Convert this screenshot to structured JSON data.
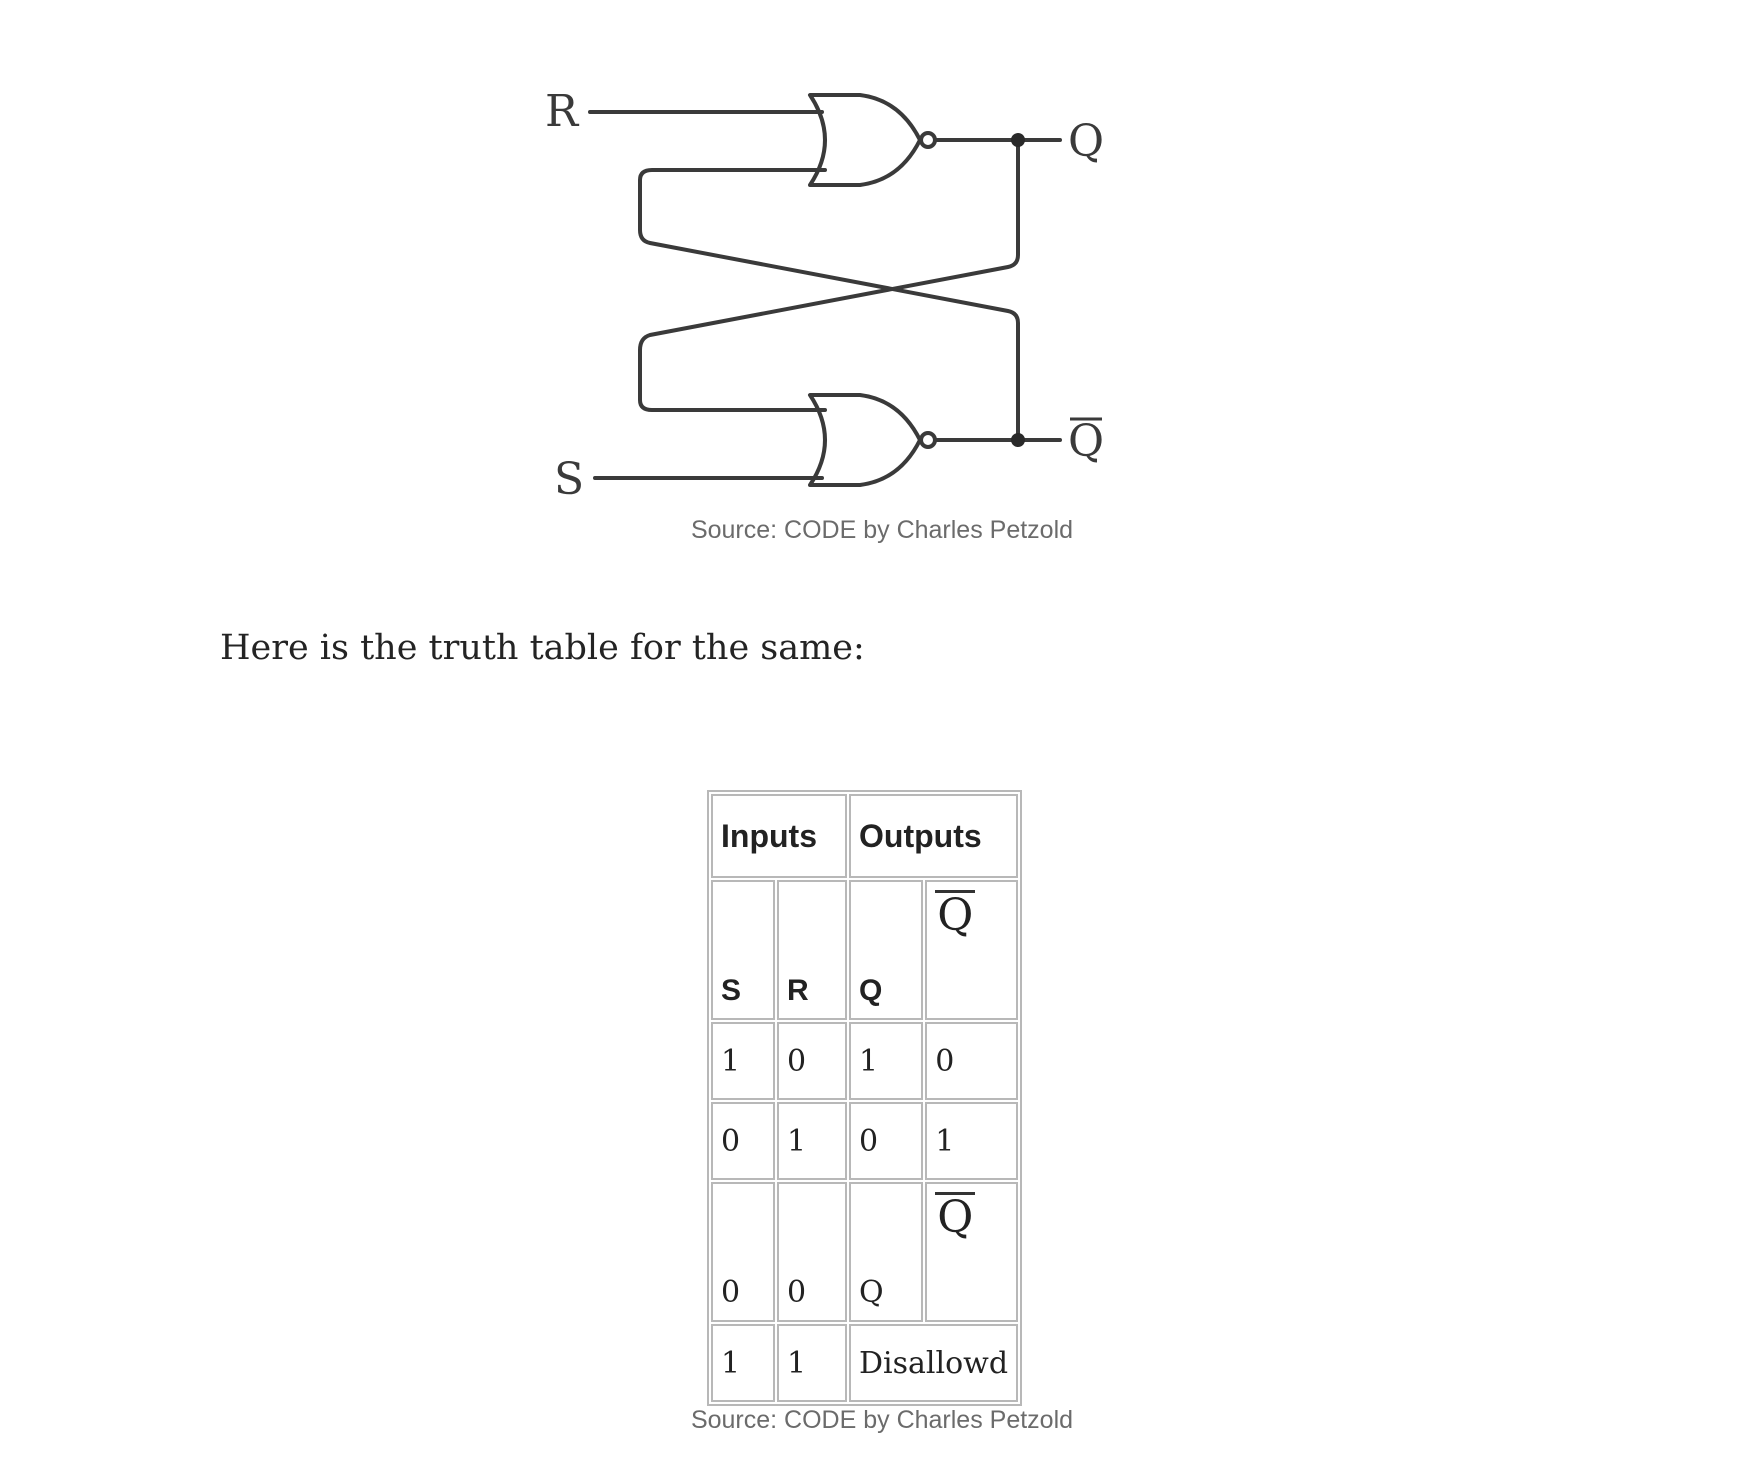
{
  "diagram": {
    "labels": {
      "r": "R",
      "s": "S",
      "q": "Q",
      "qbar": "Q"
    }
  },
  "caption_1": "Source: CODE by Charles Petzold",
  "body_text": "Here is the truth table for the same:",
  "truth_table": {
    "header": {
      "inputs": "Inputs",
      "outputs": "Outputs"
    },
    "subheader": {
      "s": "S",
      "r": "R",
      "q": "Q",
      "qbar": "Q"
    },
    "rows": [
      {
        "s": "1",
        "r": "0",
        "q": "1",
        "qbar": "0"
      },
      {
        "s": "0",
        "r": "1",
        "q": "0",
        "qbar": "1"
      },
      {
        "s": "0",
        "r": "0",
        "q": "Q",
        "qbar": "Q"
      }
    ],
    "last_row": {
      "s": "1",
      "r": "1",
      "output": "Disallowd"
    }
  },
  "caption_2": "Source: CODE by Charles Petzold"
}
